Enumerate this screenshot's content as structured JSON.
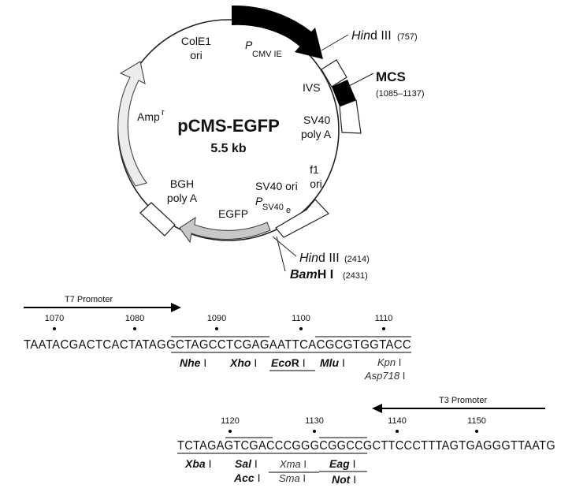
{
  "plasmid": {
    "name": "pCMS-EGFP",
    "size": "5.5 kb",
    "features": {
      "cole1_line1": "ColE1",
      "cole1_line2": "ori",
      "pcmv_p": "P",
      "pcmv_sub": "CMV  IE",
      "ivs": "IVS",
      "sv40pa_line1": "SV40",
      "sv40pa_line2": "poly A",
      "f1_line1": "f1",
      "f1_line2": "ori",
      "sv40ori": "SV40 ori",
      "psv40_p": "P",
      "psv40_sub": "SV40",
      "psv40_e": "e",
      "egfp": "EGFP",
      "bgh_line1": "BGH",
      "bgh_line2": "poly A",
      "amp": "Amp",
      "amp_sup": "r"
    },
    "sites": {
      "hind1_name_italic": "Hin",
      "hind1_name_rest": "d III",
      "hind1_pos": "(757)",
      "mcs": "MCS",
      "mcs_range": "(1085–1137)",
      "hind2_name_italic": "Hin",
      "hind2_name_rest": "d III",
      "hind2_pos": "(2414)",
      "bamh_italic": "Bam",
      "bamh_rest": "H I",
      "bamh_pos": "(2431)"
    }
  },
  "sequence": {
    "row1": {
      "promoter": "T7 Promoter",
      "ticks": [
        "1070",
        "1080",
        "1090",
        "1100",
        "1110"
      ],
      "seq": "TAATACGACTCACTATAGGCTAGCCTCGAGAATTCACGCGTGGTACC",
      "enzymes": {
        "nhe": "Nhe",
        "xho": "Xho",
        "eco": "Eco",
        "eco_r": "R",
        "mlu": "Mlu",
        "kpn": "Kpn",
        "asp": "Asp718",
        "roman": "I"
      }
    },
    "row2": {
      "promoter": "T3 Promoter",
      "ticks": [
        "1120",
        "1130",
        "1140",
        "1150"
      ],
      "seq": "TCTAGAGTCGACCCGGGCGGCCGCTTCCCTTTAGTGAGGGTTAATG",
      "enzymes": {
        "xba": "Xba",
        "sal": "Sal",
        "acc": "Acc",
        "xma": "Xma",
        "sma": "Sma",
        "eag": "Eag",
        "not": "Not",
        "roman": "I"
      }
    }
  }
}
